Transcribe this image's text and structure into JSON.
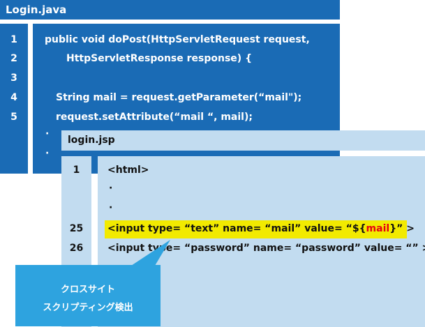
{
  "java_panel": {
    "title": "Login.java",
    "line_numbers": [
      "1",
      "2",
      "3",
      "4",
      "5"
    ],
    "lines": [
      "public void doPost(HttpServletRequest request,",
      "HttpServletResponse response) {",
      "",
      "String mail = request.getParameter(“mail\");",
      "request.setAttribute(“mail “, mail);"
    ],
    "ellipsis": [
      "·",
      "·"
    ]
  },
  "jsp_panel": {
    "title": "login.jsp",
    "line_numbers": [
      "1",
      "25",
      "26"
    ],
    "line_1": "<html>",
    "ellipsis": [
      "·",
      "·"
    ],
    "line_25_before": "<input type= “text” name= “mail” value= “${",
    "line_25_var": "mail",
    "line_25_after": "}” >",
    "line_26": "<input type= “password” name= “password” value= “” >"
  },
  "callout": {
    "line1": "クロスサイト",
    "line2": "スクリプティング検出"
  },
  "colors": {
    "java_bg": "#1a6bb5",
    "jsp_bg": "#c2dcf0",
    "highlight": "#f2ea00",
    "var_red": "#e60012",
    "callout_bg": "#2ea3df"
  }
}
